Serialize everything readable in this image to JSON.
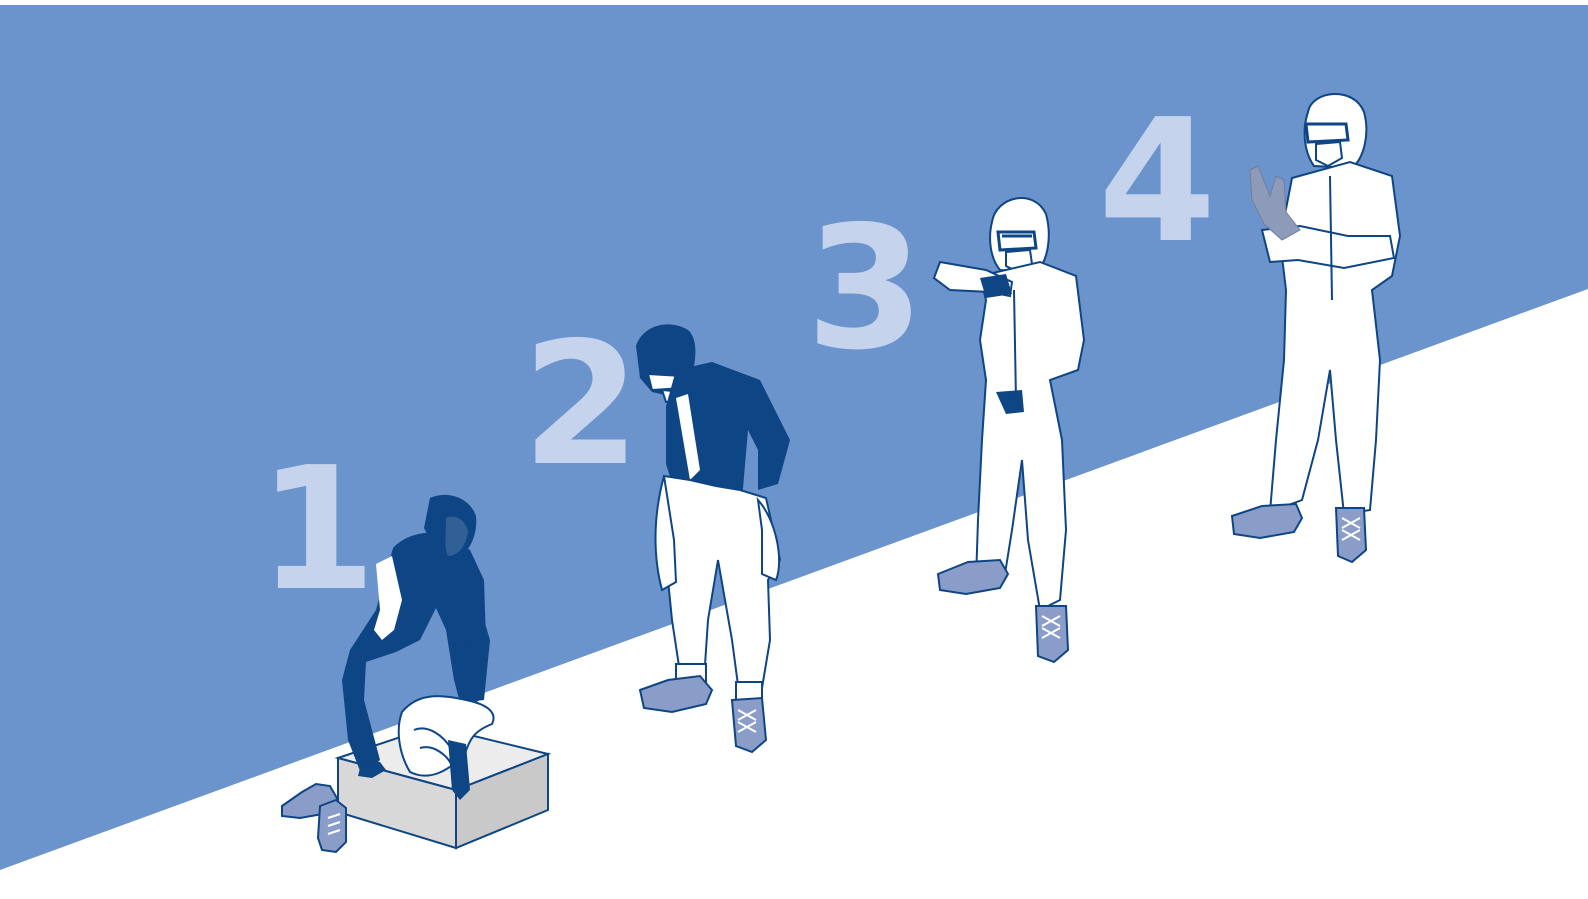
{
  "colors": {
    "wall": "#6b93cc",
    "floor": "#ffffff",
    "number_fill": "#c5d3ec",
    "clothing_dark": "#0e4584",
    "coverall": "#ffffff",
    "outline": "#0e4584",
    "shoe": "#8a9dc8",
    "glove_grey": "#8d9bb8",
    "box_top": "#e8e8e8"
  },
  "steps": [
    {
      "number": "1",
      "figure": "person-sitting-on-box-putting-on-coverall-legs"
    },
    {
      "number": "2",
      "figure": "person-pulling-up-coverall"
    },
    {
      "number": "3",
      "figure": "person-in-coverall-with-hood-goggles-mask"
    },
    {
      "number": "4",
      "figure": "person-in-coverall-putting-on-gloves"
    }
  ],
  "icons": {
    "shoes_removed": "shoes-icon",
    "bench": "bench-box-icon"
  }
}
